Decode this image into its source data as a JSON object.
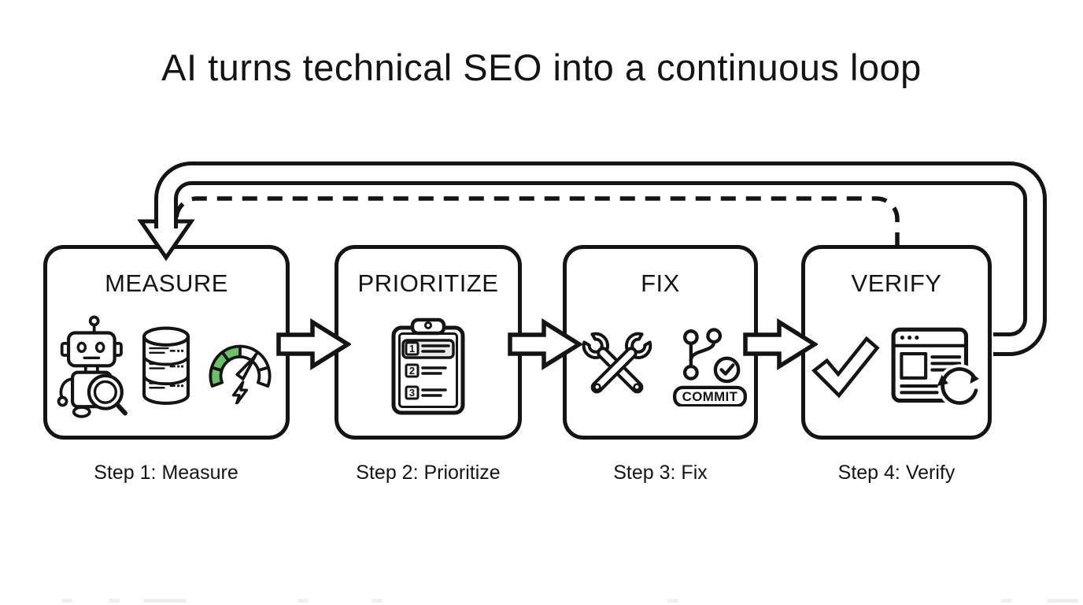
{
  "title": "AI turns technical SEO into a continuous loop",
  "steps": [
    {
      "label": "MEASURE",
      "caption": "Step 1: Measure"
    },
    {
      "label": "PRIORITIZE",
      "caption": "Step 2: Prioritize"
    },
    {
      "label": "FIX",
      "caption": "Step 3: Fix"
    },
    {
      "label": "VERIFY",
      "caption": "Step 4: Verify"
    }
  ],
  "checklist_numbers": [
    "1",
    "2",
    "3"
  ],
  "commit_badge": "COMMIT",
  "colors": {
    "ink": "#141414",
    "gauge_green": "#6abf69",
    "checklist_highlight": "#e9e9e9",
    "background": "#ffffff"
  }
}
